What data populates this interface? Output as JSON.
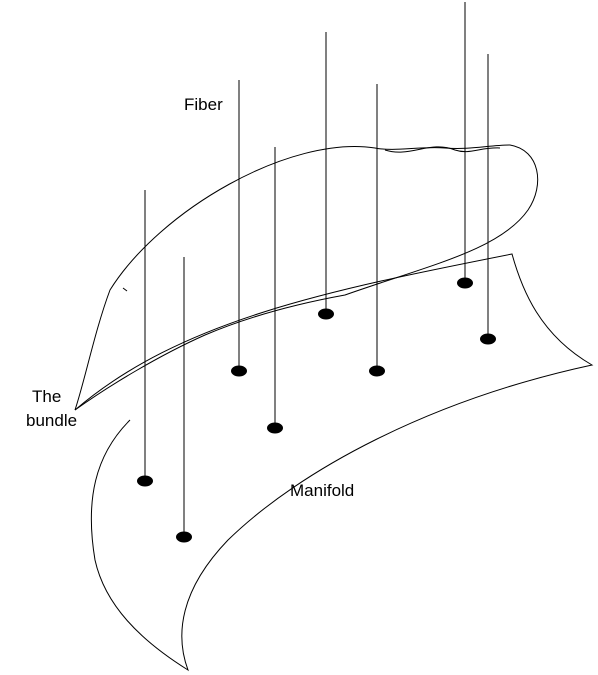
{
  "labels": {
    "fiber": "Fiber",
    "bundle_line1": "The",
    "bundle_line2": "bundle",
    "manifold": "Manifold"
  },
  "colors": {
    "stroke": "#000000",
    "background": "#ffffff"
  }
}
